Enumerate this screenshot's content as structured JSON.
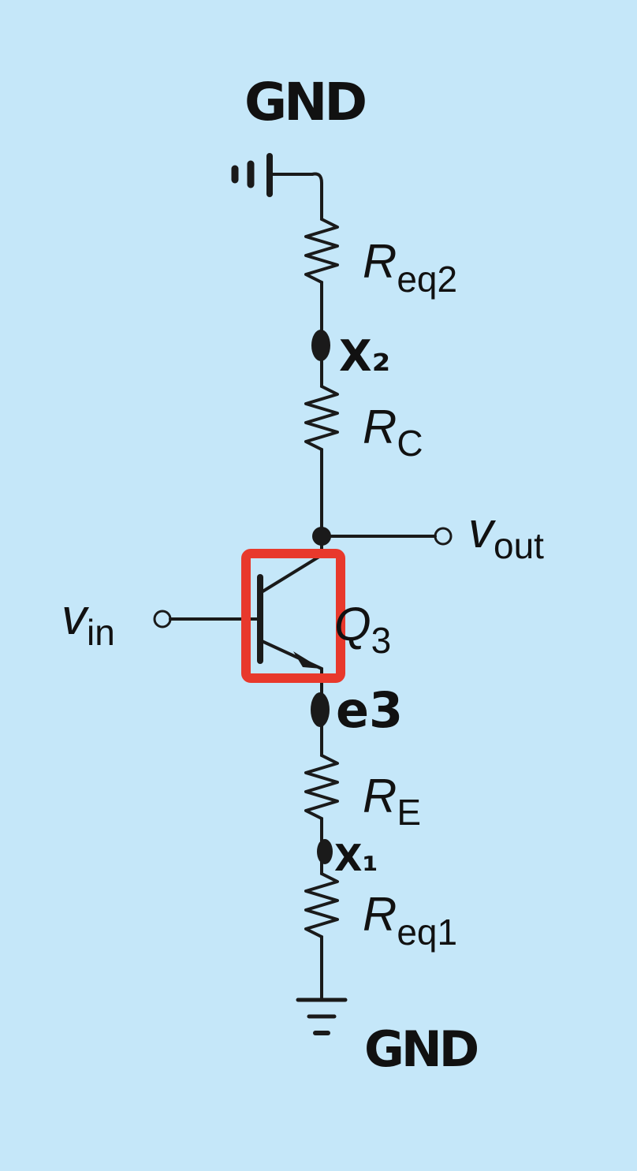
{
  "labels": {
    "gnd_top": "GND",
    "gnd_bottom": "GND",
    "x2": "X₂",
    "x1": "X₁",
    "e3": "e3",
    "req2": {
      "main": "R",
      "sub": "eq2"
    },
    "rc": {
      "main": "R",
      "sub": "C"
    },
    "re": {
      "main": "R",
      "sub": "E"
    },
    "req1": {
      "main": "R",
      "sub": "eq1"
    },
    "vout": {
      "main": "v",
      "sub": "out"
    },
    "vin": {
      "main": "v",
      "sub": "in"
    },
    "q3": {
      "main": "Q",
      "sub": "3"
    }
  },
  "colors": {
    "background": "#c5e7f9",
    "wire": "#1a1a1a",
    "highlight": "#e8392c"
  }
}
